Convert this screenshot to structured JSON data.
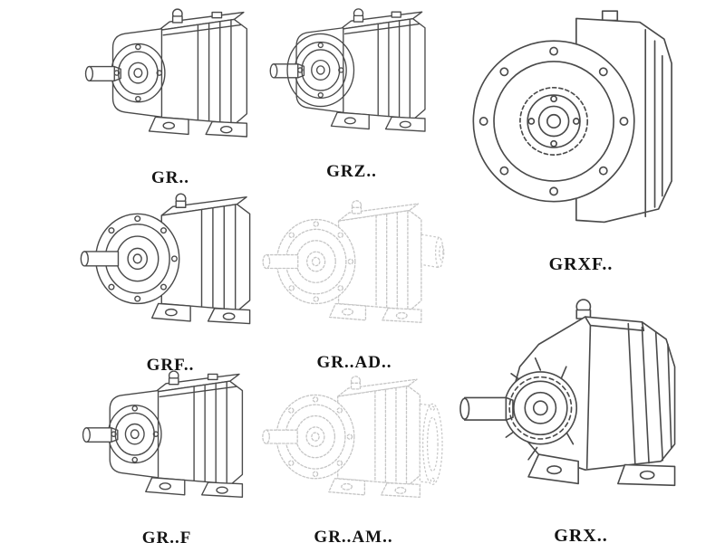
{
  "catalog": {
    "items": [
      {
        "id": "gr",
        "label": "GR.."
      },
      {
        "id": "grz",
        "label": "GRZ.."
      },
      {
        "id": "grxf",
        "label": "GRXF.."
      },
      {
        "id": "grf",
        "label": "GRF.."
      },
      {
        "id": "gr-ad",
        "label": "GR..AD.."
      },
      {
        "id": "gr-f",
        "label": "GR..F"
      },
      {
        "id": "gr-am",
        "label": "GR..AM.."
      },
      {
        "id": "grx",
        "label": "GRX.."
      }
    ]
  },
  "colors": {
    "line": "#4a4a4a",
    "ghost": "#c6c6c6",
    "background": "#ffffff"
  }
}
